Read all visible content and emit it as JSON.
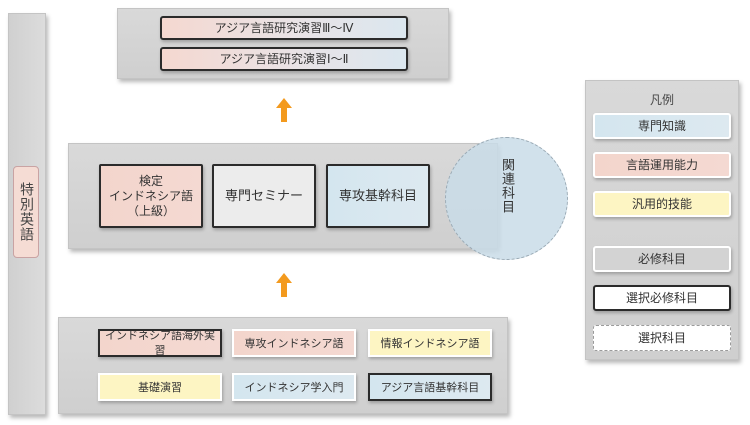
{
  "sidebar": {
    "label": "特別英語"
  },
  "top": {
    "box1": "アジア言語研究演習Ⅲ～Ⅳ",
    "box2": "アジア言語研究演習Ⅰ～Ⅱ"
  },
  "middle": {
    "box1_line1": "検定",
    "box1_line2": "インドネシア語",
    "box1_line3": "（上級）",
    "box2": "専門セミナー",
    "box3": "専攻基幹科目",
    "related": "関連科目"
  },
  "bottom": {
    "r1c1": "インドネシア語海外実習",
    "r1c2": "専攻インドネシア語",
    "r1c3": "情報インドネシア語",
    "r2c1": "基礎演習",
    "r2c2": "インドネシア学入門",
    "r2c3": "アジア言語基幹科目"
  },
  "legend": {
    "title": "凡例",
    "items": [
      "専門知識",
      "言語運用能力",
      "汎用的技能"
    ],
    "styles": [
      "必修科目",
      "選択必修科目",
      "選択科目"
    ]
  },
  "colors": {
    "arrow": "#f39a1e",
    "pink": "#f3d5cc",
    "blue": "#d4e6ef",
    "yellow": "#fdf5c3",
    "panel": "#d6d6d6",
    "circle": "#c9dce8"
  }
}
